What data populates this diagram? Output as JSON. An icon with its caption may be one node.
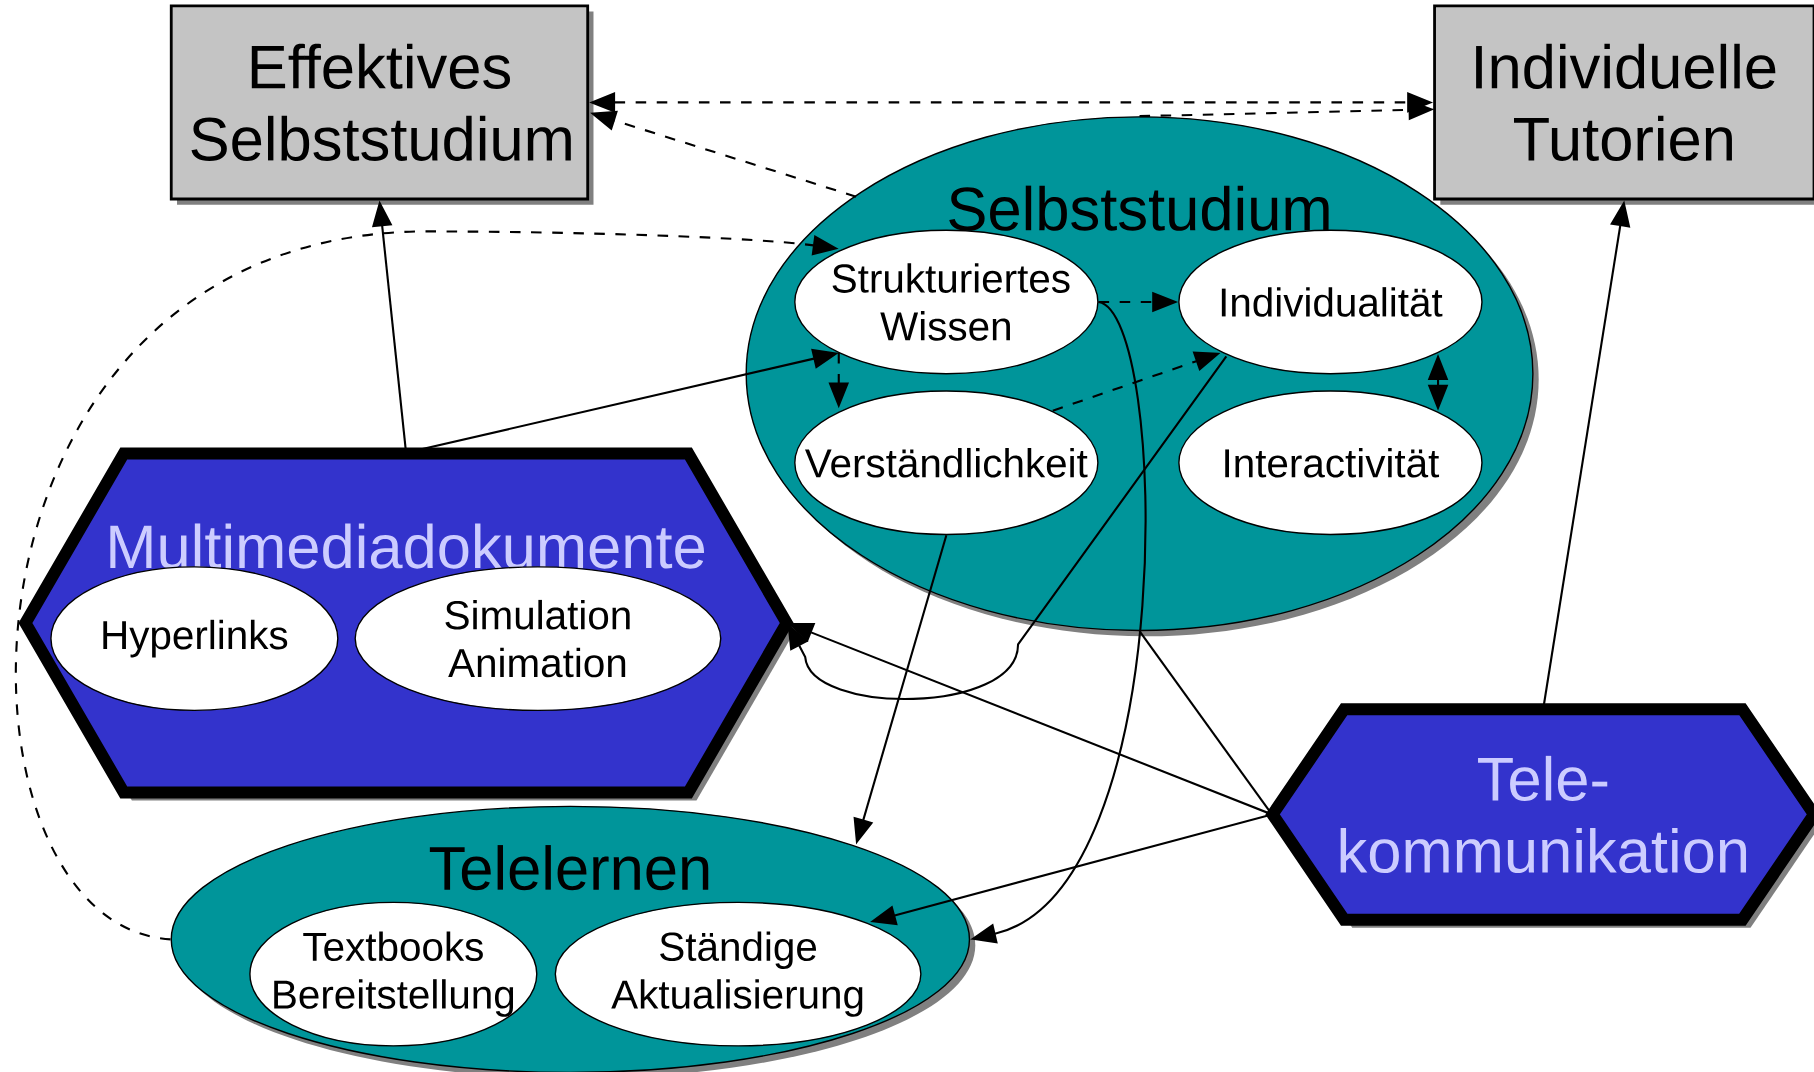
{
  "diagram": {
    "nodes": [
      {
        "text": [
          "Effektives Selbststudium"
        ]
      },
      {
        "text": [
          "Individuelle Tutorien"
        ]
      },
      {
        "text": [
          "Selbststudium"
        ]
      },
      {
        "text": [
          "Strukturiertes Wissen"
        ],
        "in": 2
      },
      {
        "text": [
          "Individualität"
        ],
        "in": 2
      },
      {
        "text": [
          "Verständlichkeit"
        ],
        "in": 2
      },
      {
        "text": [
          "Interactivität"
        ],
        "in": 2
      },
      {
        "text": [
          "Multimediadokumente"
        ]
      },
      {
        "text": [
          "Hyperlinks"
        ],
        "in": 7
      },
      {
        "text": [
          "Simulation Animation"
        ],
        "in": 7
      },
      {
        "text": [
          "Tele- kommunikation"
        ]
      },
      {
        "text": [
          "Telelernen"
        ]
      },
      {
        "text": [
          "Textbooks Bereitstellung"
        ],
        "in": 11
      },
      {
        "text": [
          "Ständige Aktualisierung"
        ],
        "in": 11
      }
    ],
    "edges": [
      {
        "from": 0,
        "to": 1,
        "arrow": "both",
        "style": "dashed"
      },
      {
        "from": 2,
        "to": 0,
        "arrow": "to",
        "style": "dashed"
      },
      {
        "from": 2,
        "to": 1,
        "arrow": "to",
        "style": "dashed"
      },
      {
        "from": 7,
        "to": 0,
        "arrow": "to"
      },
      {
        "from": 7,
        "to": 3,
        "arrow": "to"
      },
      {
        "from": 11,
        "to": 3,
        "arrow": "to",
        "style": "dashed"
      },
      {
        "from": 3,
        "to": 4,
        "arrow": "to",
        "style": "dashed"
      },
      {
        "from": 3,
        "to": 5,
        "arrow": "to",
        "style": "dashed"
      },
      {
        "from": 5,
        "to": 4,
        "arrow": "to",
        "style": "dashed"
      },
      {
        "from": 4,
        "to": 6,
        "arrow": "both"
      },
      {
        "from": 4,
        "to": 7,
        "arrow": "to"
      },
      {
        "from": 10,
        "to": 7,
        "arrow": "to"
      },
      {
        "from": 10,
        "to": 2,
        "arrow": "none"
      },
      {
        "from": 10,
        "to": 13,
        "arrow": "to"
      },
      {
        "from": 10,
        "to": 1,
        "arrow": "to"
      },
      {
        "from": 5,
        "to": 11,
        "arrow": "to"
      },
      {
        "from": 3,
        "to": 11,
        "arrow": "to"
      }
    ]
  }
}
